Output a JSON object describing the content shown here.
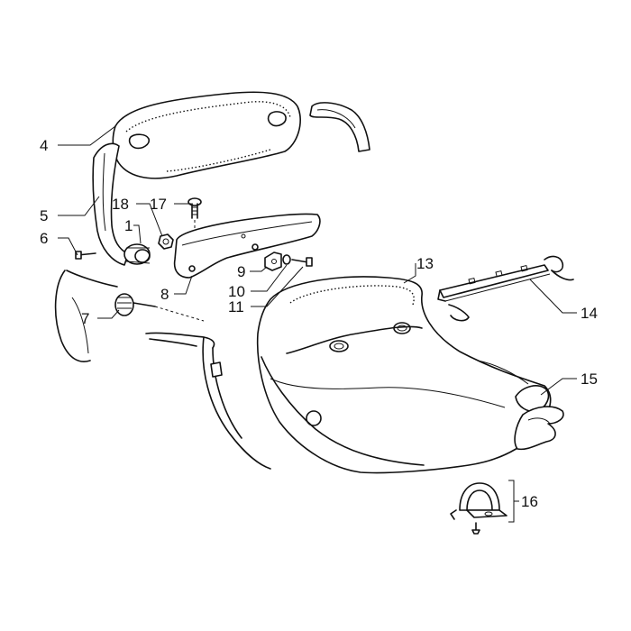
{
  "callouts": {
    "c1": "1",
    "c4": "4",
    "c5": "5",
    "c6": "6",
    "c7": "7",
    "c8": "8",
    "c9": "9",
    "c10": "10",
    "c11": "11",
    "c13": "13",
    "c14": "14",
    "c15": "15",
    "c16": "16",
    "c17": "17",
    "c18": "18"
  }
}
